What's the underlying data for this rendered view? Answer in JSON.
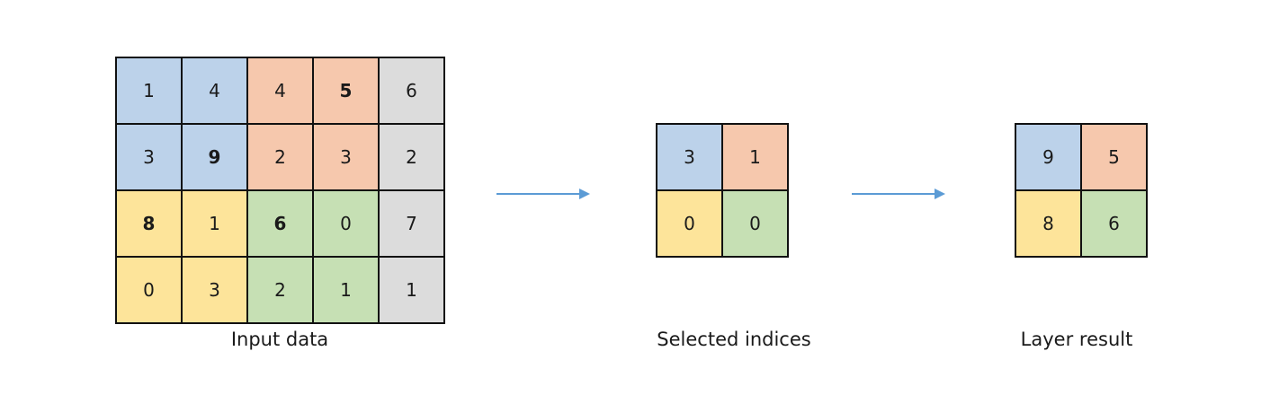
{
  "colors": {
    "blue": "#bcd2ea",
    "orange": "#f6c8ad",
    "grey": "#dcdcdc",
    "yellow": "#fde49a",
    "green": "#c6e0b4",
    "arrow": "#5b9bd5"
  },
  "input": {
    "caption": "Input data",
    "rows": [
      [
        {
          "v": "1",
          "c": "blue"
        },
        {
          "v": "4",
          "c": "blue"
        },
        {
          "v": "4",
          "c": "orange"
        },
        {
          "v": "5",
          "c": "orange",
          "b": true
        },
        {
          "v": "6",
          "c": "grey"
        }
      ],
      [
        {
          "v": "3",
          "c": "blue"
        },
        {
          "v": "9",
          "c": "blue",
          "b": true
        },
        {
          "v": "2",
          "c": "orange"
        },
        {
          "v": "3",
          "c": "orange"
        },
        {
          "v": "2",
          "c": "grey"
        }
      ],
      [
        {
          "v": "8",
          "c": "yellow",
          "b": true
        },
        {
          "v": "1",
          "c": "yellow"
        },
        {
          "v": "6",
          "c": "green",
          "b": true
        },
        {
          "v": "0",
          "c": "green"
        },
        {
          "v": "7",
          "c": "grey"
        }
      ],
      [
        {
          "v": "0",
          "c": "yellow"
        },
        {
          "v": "3",
          "c": "yellow"
        },
        {
          "v": "2",
          "c": "green"
        },
        {
          "v": "1",
          "c": "green"
        },
        {
          "v": "1",
          "c": "grey"
        }
      ]
    ]
  },
  "indices": {
    "caption": "Selected indices",
    "rows": [
      [
        {
          "v": "3",
          "c": "blue"
        },
        {
          "v": "1",
          "c": "orange"
        }
      ],
      [
        {
          "v": "0",
          "c": "yellow"
        },
        {
          "v": "0",
          "c": "green"
        }
      ]
    ]
  },
  "result": {
    "caption": "Layer result",
    "rows": [
      [
        {
          "v": "9",
          "c": "blue"
        },
        {
          "v": "5",
          "c": "orange"
        }
      ],
      [
        {
          "v": "8",
          "c": "yellow"
        },
        {
          "v": "6",
          "c": "green"
        }
      ]
    ]
  }
}
